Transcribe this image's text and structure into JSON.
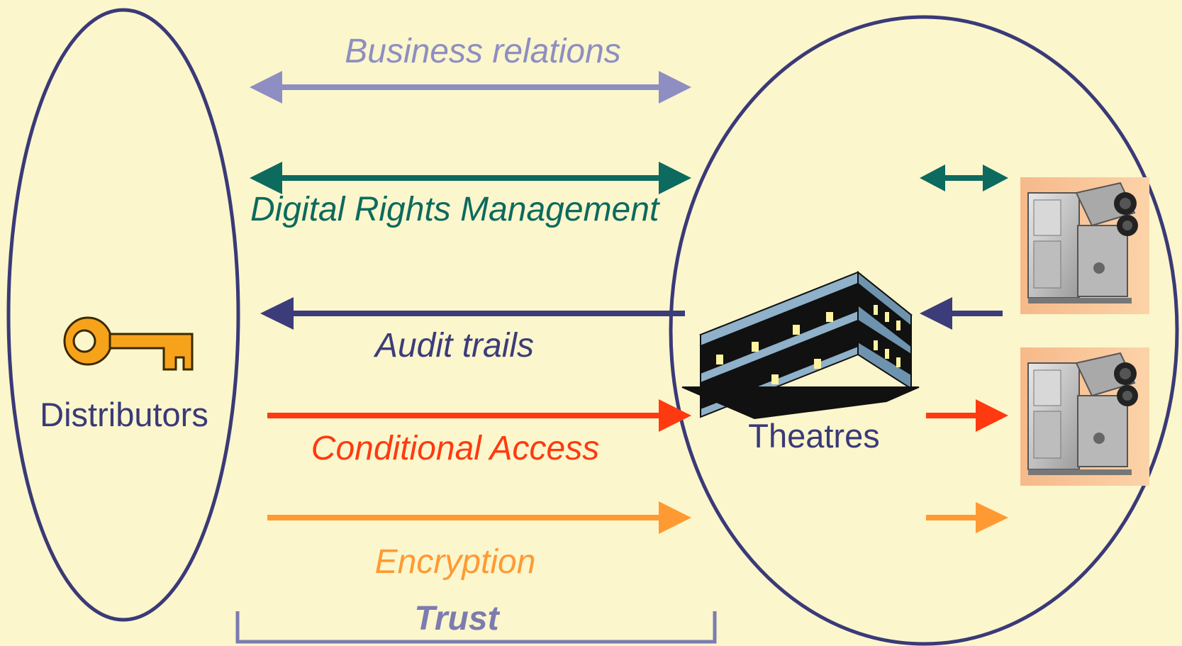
{
  "colors": {
    "background": "#FBF6CC",
    "outline": "#3A3A78",
    "business": "#8E8EC2",
    "drm": "#0C6A5E",
    "audit": "#3C3C7A",
    "conditional": "#FF3A10",
    "encryption": "#FF9A33",
    "trust": "#7C7CB0"
  },
  "left_group": {
    "label": "Distributors",
    "icon": "key-icon"
  },
  "right_group": {
    "label": "Theatres",
    "icon": "building-icon",
    "device_icon": "projector-icon"
  },
  "flows": {
    "business": {
      "label": "Business relations",
      "direction": "both"
    },
    "drm": {
      "label": "Digital Rights Management",
      "direction": "both"
    },
    "audit": {
      "label": "Audit trails",
      "direction": "to-distributors"
    },
    "conditional": {
      "label": "Conditional Access",
      "direction": "to-theatres"
    },
    "encryption": {
      "label": "Encryption",
      "direction": "to-theatres"
    }
  },
  "trust": {
    "label": "Trust"
  }
}
